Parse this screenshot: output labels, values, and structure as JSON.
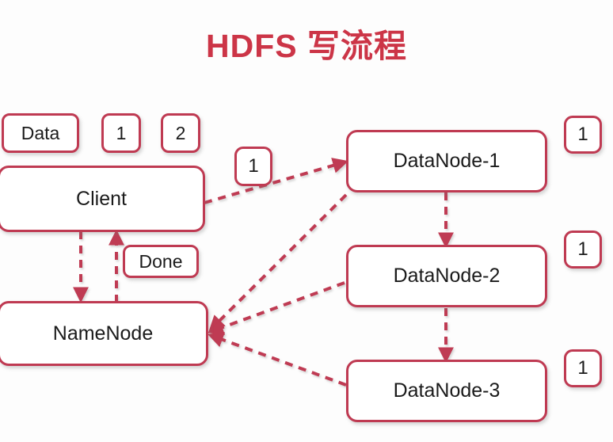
{
  "page": {
    "title": "HDFS 写流程",
    "background_color": "#fdfdfd",
    "accent_color": "#bf3a52",
    "title_color": "#cc3547",
    "text_color": "#1b1b1b"
  },
  "diagram": {
    "type": "flow-diagram",
    "nodes": {
      "data_tag": "Data",
      "tag_one": "1",
      "tag_two": "2",
      "client": "Client",
      "step_one_label": "1",
      "namenode": "NameNode",
      "done_label": "Done",
      "datanode_1": "DataNode-1",
      "datanode_2": "DataNode-2",
      "datanode_3": "DataNode-3",
      "replica_1": "1",
      "replica_2": "1",
      "replica_3": "1"
    },
    "edges": [
      {
        "from": "Client",
        "to": "NameNode",
        "style": "dashed",
        "direction": "down",
        "label": ""
      },
      {
        "from": "NameNode",
        "to": "Client",
        "style": "dashed",
        "direction": "up",
        "label": "Done"
      },
      {
        "from": "Client",
        "to": "DataNode-1",
        "style": "dashed",
        "direction": "right",
        "label": "1"
      },
      {
        "from": "DataNode-1",
        "to": "DataNode-2",
        "style": "dashed",
        "direction": "down",
        "label": ""
      },
      {
        "from": "DataNode-2",
        "to": "DataNode-3",
        "style": "dashed",
        "direction": "down",
        "label": ""
      },
      {
        "from": "DataNode-1",
        "to": "NameNode",
        "style": "dashed",
        "direction": "left",
        "label": ""
      },
      {
        "from": "DataNode-2",
        "to": "NameNode",
        "style": "dashed",
        "direction": "left",
        "label": ""
      },
      {
        "from": "DataNode-3",
        "to": "NameNode",
        "style": "dashed",
        "direction": "left",
        "label": ""
      }
    ]
  }
}
